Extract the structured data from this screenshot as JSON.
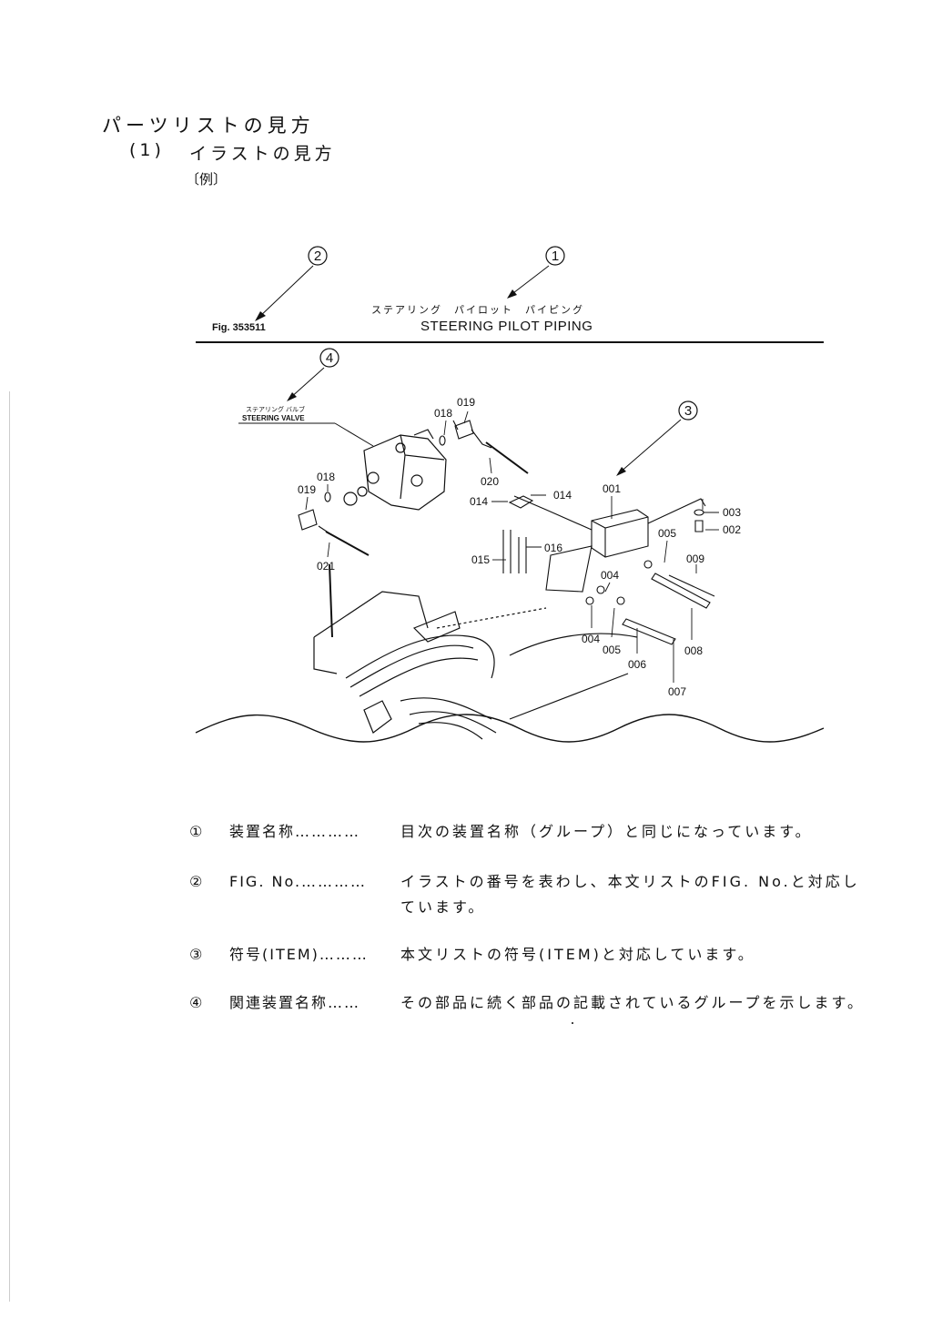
{
  "heading": {
    "title": "パーツリストの見方",
    "sub_number": "(1)",
    "sub_title": "イラストの見方",
    "example": "〔例〕"
  },
  "figure": {
    "fig_number": "Fig. 353511",
    "title_jp": "ステアリング　パイロット　パイピング",
    "title_en": "STEERING PILOT PIPING",
    "related_group_jp": "ステアリング バルブ",
    "related_group_en": "STEERING VALVE",
    "callouts": [
      "1",
      "2",
      "3",
      "4"
    ],
    "part_labels": [
      "018",
      "019",
      "018",
      "019",
      "020",
      "014",
      "014",
      "001",
      "003",
      "002",
      "005",
      "009",
      "016",
      "015",
      "021",
      "004",
      "004",
      "005",
      "006",
      "008",
      "007"
    ]
  },
  "legend": [
    {
      "mark": "①",
      "term": "装置名称…………",
      "desc": "目次の装置名称（グループ）と同じになっています。"
    },
    {
      "mark": "②",
      "term": "FIG. No.…………",
      "desc": "イラストの番号を表わし、本文リストのFIG. No.と対応しています。"
    },
    {
      "mark": "③",
      "term": "符号(ITEM)………",
      "desc": "本文リストの符号(ITEM)と対応しています。"
    },
    {
      "mark": "④",
      "term": "関連装置名称……",
      "desc": "その部品に続く部品の記載されているグループを示します。"
    }
  ]
}
